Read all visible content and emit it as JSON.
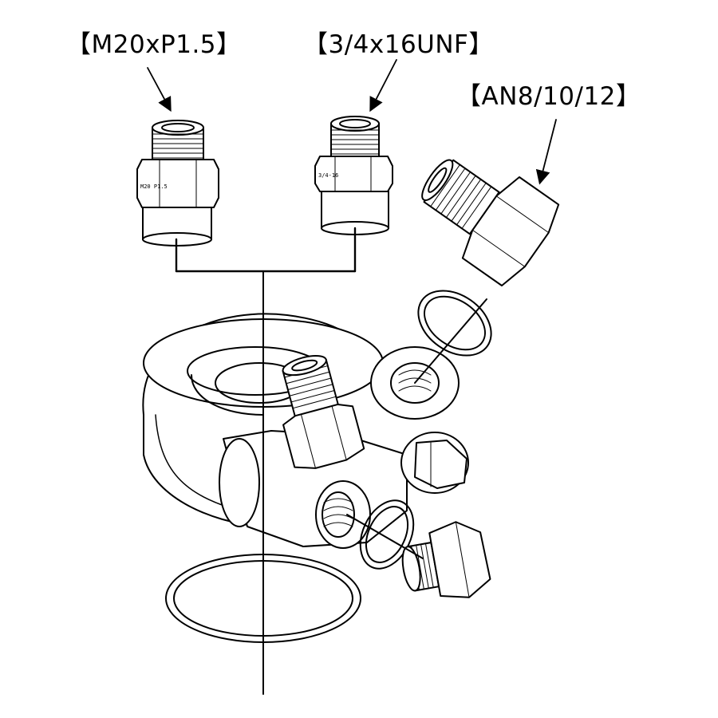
{
  "labels": {
    "m20": "【M20xP1.5】",
    "unf": "【3/4x16UNF】",
    "an": "【AN8/10/12】"
  },
  "markings": {
    "m20_body": "M20 P1.5",
    "unf_body": "3/4-16"
  },
  "colors": {
    "line": "#000000",
    "background": "#ffffff"
  }
}
